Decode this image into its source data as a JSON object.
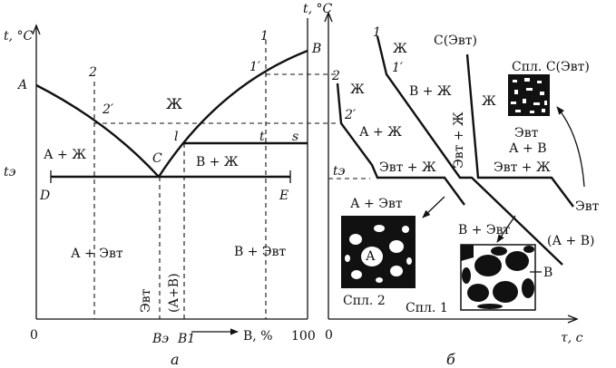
{
  "left": {
    "y_axis": "t, °C",
    "x_axis": "B, %",
    "x0": "0",
    "x100": "100",
    "A": "A",
    "B": "B",
    "C": "C",
    "D": "D",
    "E": "E",
    "te": "tэ",
    "Be": "Bэ",
    "B1": "B1",
    "line1": "1",
    "line2": "2",
    "p1p": "1′",
    "p2p": "2′",
    "l": "l",
    "t": "t",
    "s": "s",
    "liquid": "Ж",
    "a_plus_liq": "А + Ж",
    "b_plus_liq": "В + Ж",
    "a_plus_evt": "А + Эвт",
    "b_plus_evt": "В + Эвт",
    "evt": "Эвт",
    "ab": "(А+В)",
    "caption": "а"
  },
  "right": {
    "y_axis": "t, °C",
    "x_axis": "τ, с",
    "x0": "0",
    "te": "tэ",
    "c1": "1",
    "c1p": "1′",
    "c2": "2",
    "c2p": "2′",
    "c_evt": "С(Эвт)",
    "liq1": "Ж",
    "liq2": "Ж",
    "liq3": "Ж",
    "b_plus_liq": "В + Ж",
    "a_plus_liq": "А + Ж",
    "evt_plus_liq1": "Эвт + Ж",
    "evt_plus_liq2": "Эвт + Ж",
    "evt_plus_liq3": "Эвт + Ж",
    "evt": "Эвт",
    "ab_paren": "(А + В)",
    "a_plus_evt": "А + Эвт",
    "b_plus_evt": "В + Эвт",
    "spl_c": "Спл. С(Эвт)",
    "evt_ab1": "Эвт",
    "evt_ab2": "А + В",
    "spl2": "Спл. 2",
    "spl1": "Спл. 1",
    "grain_a": "А",
    "grain_b": "В",
    "caption": "б"
  }
}
